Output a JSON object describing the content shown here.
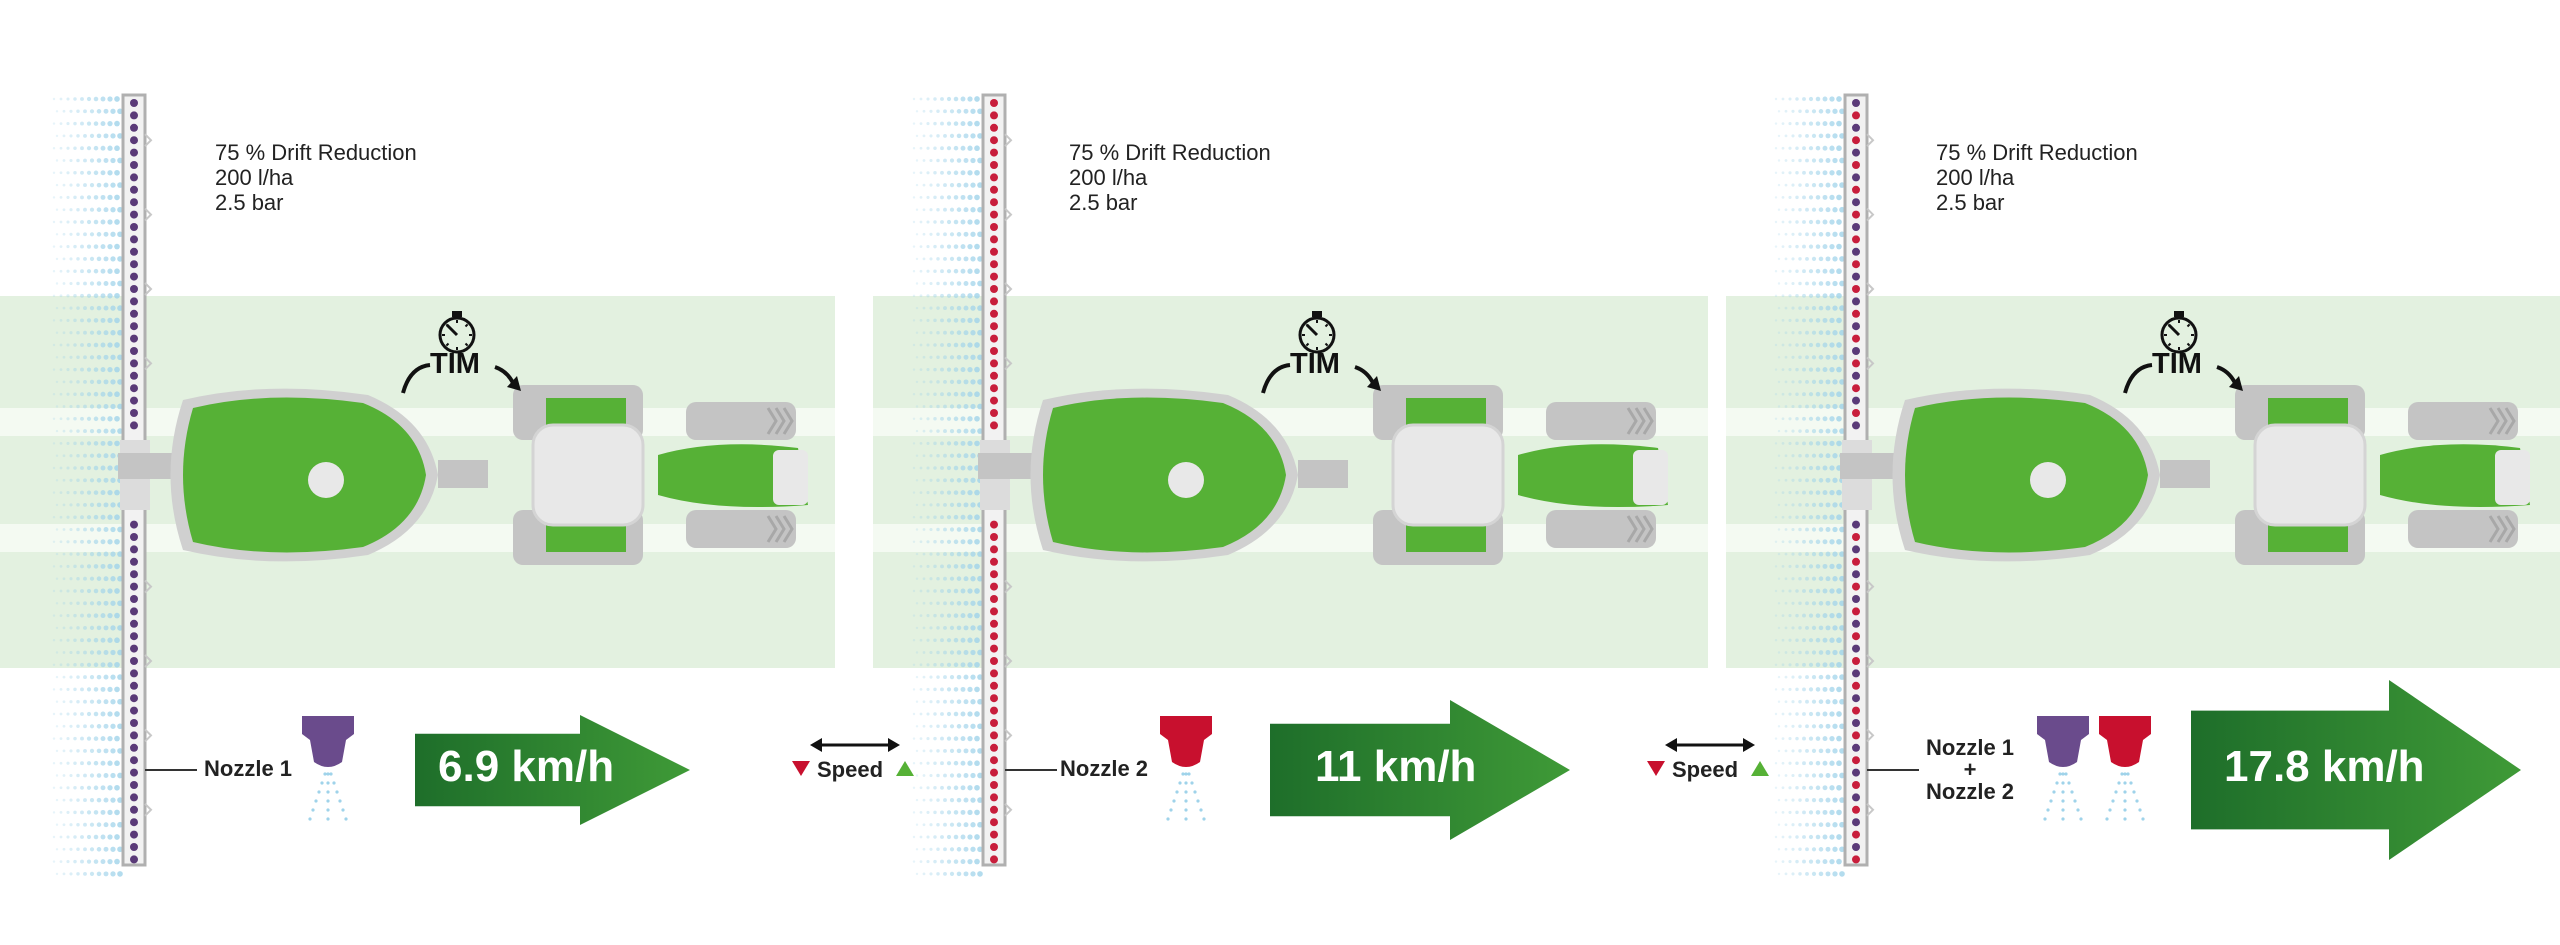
{
  "panels": [
    {
      "info": [
        "75 % Drift Reduction",
        "200 l/ha",
        "2.5 bar"
      ],
      "tim_label": "TIM",
      "nozzle_label_lines": [
        "Nozzle 1"
      ],
      "nozzles": [
        "purple"
      ],
      "speed": "6.9 km/h",
      "boom_dot_colors": [
        "#5a3a78",
        "#5a3a78"
      ]
    },
    {
      "info": [
        "75 % Drift Reduction",
        "200 l/ha",
        "2.5 bar"
      ],
      "tim_label": "TIM",
      "nozzle_label_lines": [
        "Nozzle 2"
      ],
      "nozzles": [
        "red"
      ],
      "speed": "11 km/h",
      "boom_dot_colors": [
        "#c81e3c",
        "#c81e3c"
      ]
    },
    {
      "info": [
        "75 % Drift Reduction",
        "200 l/ha",
        "2.5 bar"
      ],
      "tim_label": "TIM",
      "nozzle_label_lines": [
        "Nozzle 1",
        "+",
        "Nozzle 2"
      ],
      "nozzles": [
        "purple",
        "red"
      ],
      "speed": "17.8 km/h",
      "boom_dot_colors": [
        "#5a3a78",
        "#c81e3c"
      ]
    }
  ],
  "speed_controls": [
    {
      "label": "Speed"
    },
    {
      "label": "Speed"
    }
  ],
  "colors": {
    "tractor_green": "#56b136",
    "field": "#e3f1e0",
    "arrow_dark": "#1e6e2a",
    "arrow_light": "#3f9a37",
    "nozzle_purple": "#6a4b8c",
    "nozzle_red": "#c8102e",
    "spray": "#9fd3ea",
    "triangle_down": "#c8102e",
    "triangle_up": "#56b136"
  },
  "icons": [
    "stopwatch-icon",
    "curved-arrow-icon",
    "double-arrow-icon",
    "triangle-down-icon",
    "triangle-up-icon",
    "nozzle-icon"
  ]
}
